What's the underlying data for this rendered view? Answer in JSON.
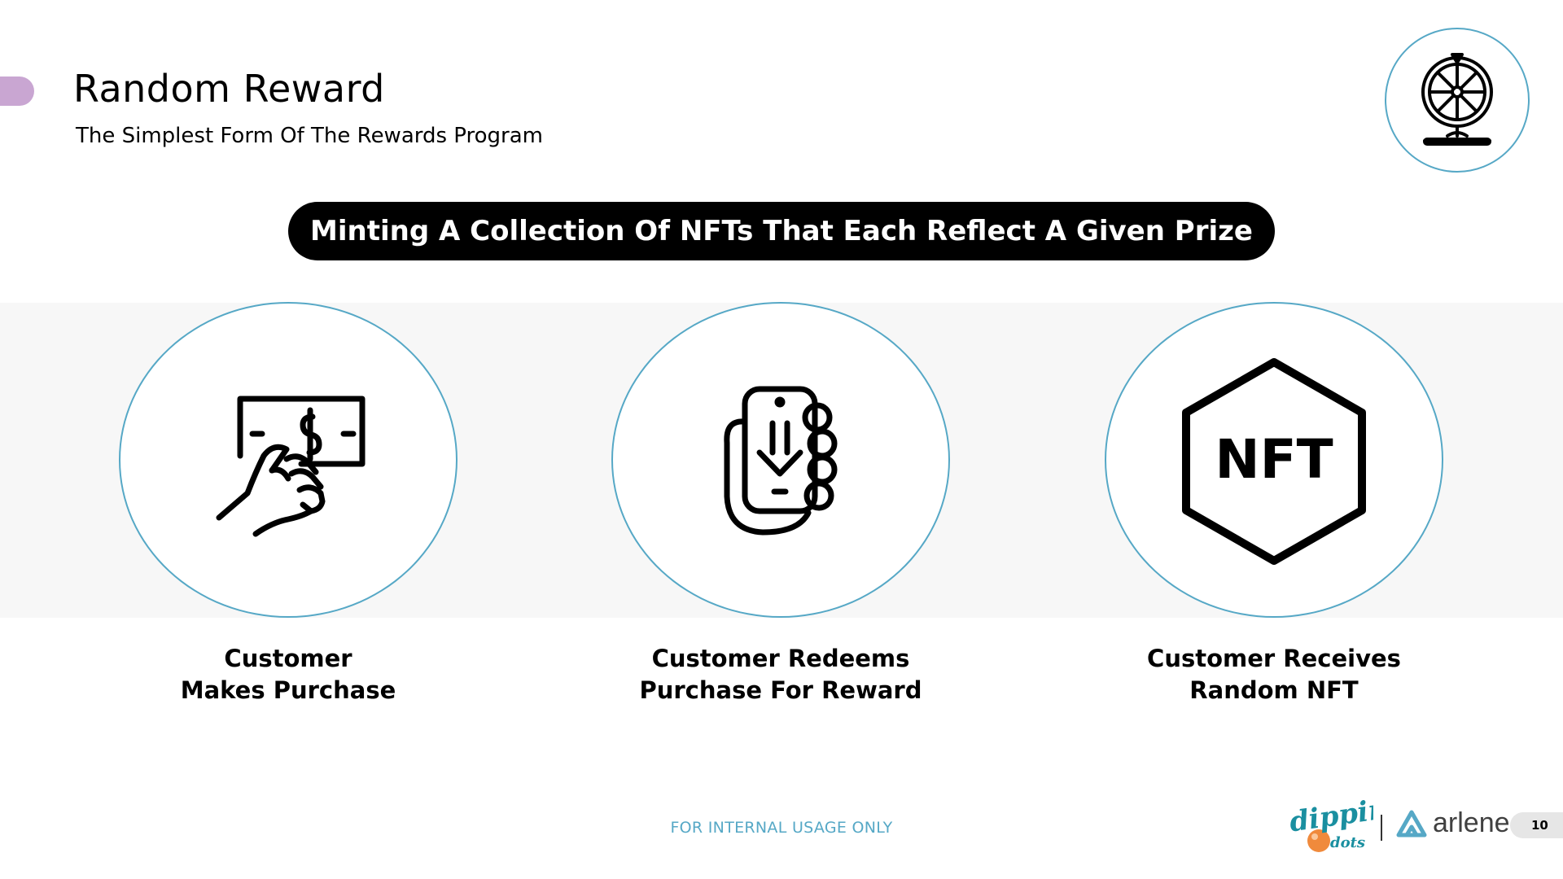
{
  "header": {
    "title": "Random Reward",
    "subtitle": "The Simplest Form Of The Rewards Program"
  },
  "banner": {
    "text": "Minting A Collection Of NFTs That Each Reflect A Given Prize"
  },
  "steps": [
    {
      "icon": "cash-hand-icon",
      "line1": "Customer",
      "line2": "Makes Purchase"
    },
    {
      "icon": "phone-download-icon",
      "line1": "Customer Redeems",
      "line2": "Purchase For Reward"
    },
    {
      "icon": "nft-hexagon-icon",
      "icon_text": "NFT",
      "line1": "Customer Receives",
      "line2": "Random NFT"
    }
  ],
  "footer": {
    "note": "FOR INTERNAL USAGE ONLY",
    "logo_dippin_dots": "dippin' dots",
    "logo_arlene": "arlene",
    "page_number": "10"
  },
  "colors": {
    "accent_tab": "#c9a6d2",
    "circle_outline": "#56a8c6",
    "banner_bg": "#000000",
    "band_bg": "#f7f7f7",
    "footer_note": "#56a8c6",
    "dots_logo_teal": "#1a8fa0",
    "dots_logo_orange": "#f08a3c"
  },
  "icons": {
    "corner": "prize-wheel-icon"
  }
}
